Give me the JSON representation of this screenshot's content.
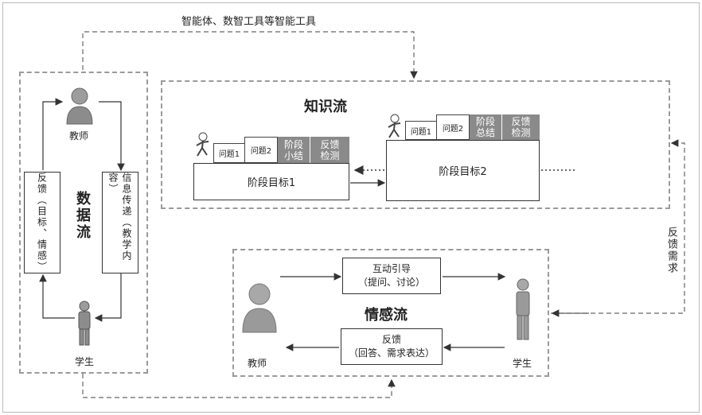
{
  "top_caption": "智能体、数智工具等智能工具",
  "data_flow": {
    "title": "数据流",
    "teacher_label": "教师",
    "student_label": "学生",
    "left_box": "反馈（目标、情感）",
    "right_box": "信息传递（教学内容）"
  },
  "knowledge_flow": {
    "title": "知识流",
    "stage1": {
      "label": "阶段目标1",
      "q1": "问题1",
      "q2": "问题2",
      "summary": "阶段小结",
      "check": "反馈检测"
    },
    "stage2": {
      "label": "阶段目标2",
      "q1": "问题1",
      "q2": "问题2",
      "summary": "阶段总结",
      "check": "反馈检测"
    }
  },
  "feedback_need": "反馈需求",
  "emotion_flow": {
    "title": "情感流",
    "teacher_label": "教师",
    "student_label": "学生",
    "guide_line1": "互动引导",
    "guide_line2": "（提问、讨论）",
    "feedback_line1": "反馈",
    "feedback_line2": "（回答、需求表达）"
  },
  "colors": {
    "dash": "#9a9a9a",
    "tab_gray": "#8a8a8a",
    "line": "#333333"
  }
}
